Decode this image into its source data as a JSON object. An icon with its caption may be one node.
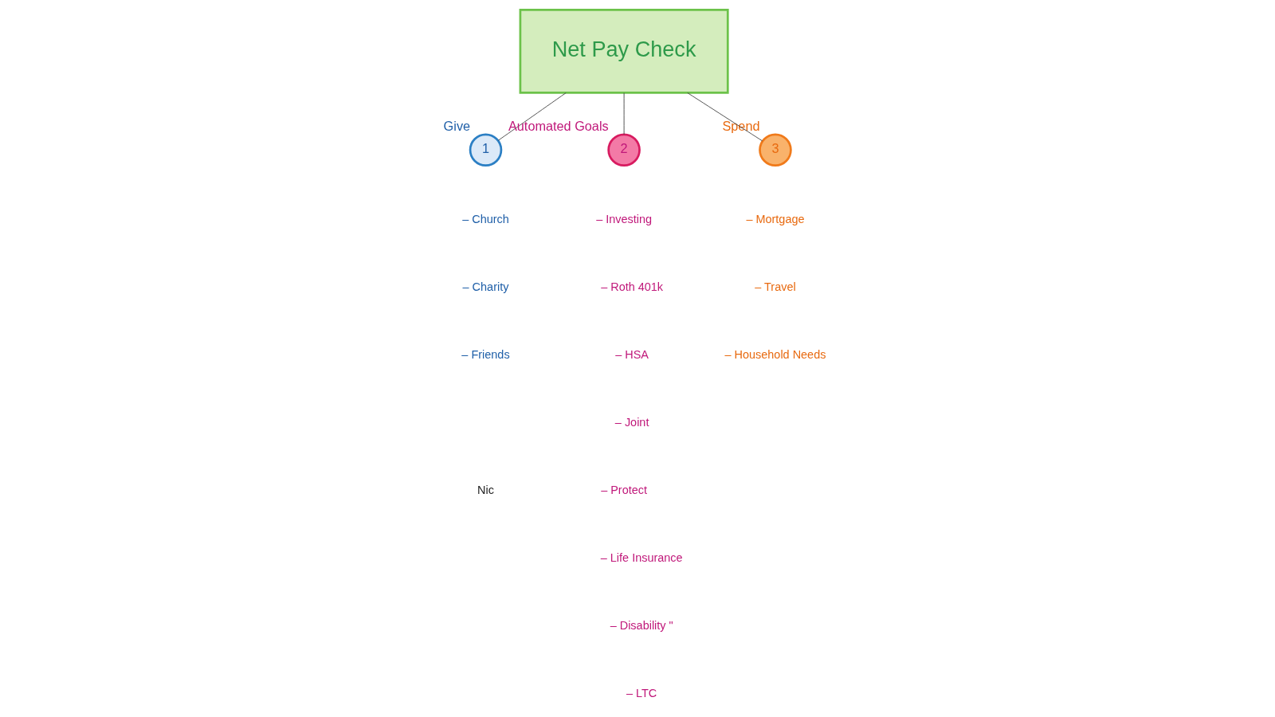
{
  "diagram": {
    "nodes": [
      {
        "text": [
          "Net Pay Check"
        ]
      },
      {
        "text": [
          "1"
        ],
        "beside": [
          "Give"
        ]
      },
      {
        "text": [
          "2"
        ],
        "beside": [
          "Automated Goals"
        ]
      },
      {
        "text": [
          "3"
        ],
        "beside": [
          "Spend"
        ]
      }
    ],
    "edges": [
      {
        "from": 0,
        "to": 1,
        "arrow": "none"
      },
      {
        "from": 0,
        "to": 2,
        "arrow": "none"
      },
      {
        "from": 0,
        "to": 3,
        "arrow": "none"
      }
    ],
    "labels": [
      "– Church",
      "– Charity",
      "– Friends",
      "– Investing",
      "– Roth 401k",
      "– HSA",
      "– Joint",
      "– Protect",
      "– Life Insurance",
      "– Disability \"",
      "– LTC",
      "– Mortgage",
      "– Travel",
      "– Household Needs",
      "Nic"
    ]
  }
}
